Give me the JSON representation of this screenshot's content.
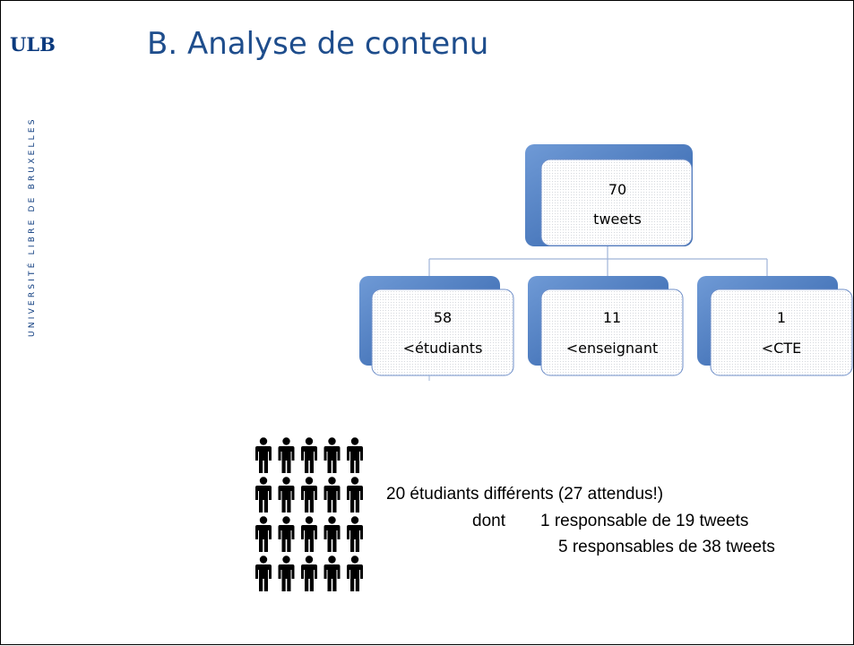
{
  "logo": "ULB",
  "vertical_text": "UNIVERSITÉ LIBRE DE BRUXELLES",
  "title": "B. Analyse de contenu",
  "diagram": {
    "root": {
      "value": "70",
      "label": "tweets"
    },
    "children": [
      {
        "value": "58",
        "label": "<étudiants"
      },
      {
        "value": "11",
        "label": "<enseignant"
      },
      {
        "value": "1",
        "label": "<CTE"
      }
    ],
    "colors": {
      "accent": "#2e5fa8",
      "accent_light": "#6f9ad6",
      "box_border": "#6f8fc9",
      "connector": "#9fb4d8"
    }
  },
  "people_icon_count": 20,
  "info": {
    "line1": "20 étudiants différents (27 attendus!)",
    "line2_prefix": "dont",
    "line2": "1 responsable de 19 tweets",
    "line3": "5 responsables de 38 tweets"
  }
}
